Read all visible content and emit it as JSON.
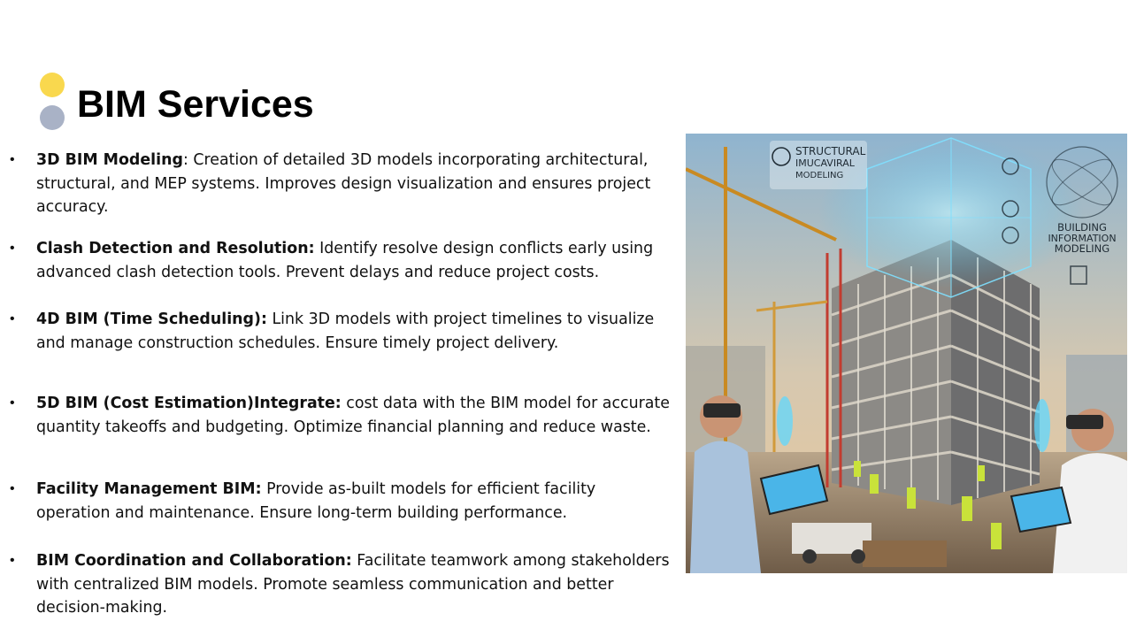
{
  "header": {
    "title": "BIM Services"
  },
  "services": [
    {
      "name": "3D BIM Modeling",
      "separator": ":  ",
      "description": "Creation of detailed 3D models incorporating architectural, structural, and MEP systems. Improves design visualization and ensures project accuracy."
    },
    {
      "name": "Clash Detection and Resolution:",
      "separator": " ",
      "description": "Identify resolve design conflicts early using advanced clash detection tools. Prevent delays and reduce project costs."
    },
    {
      "name": "4D BIM (Time Scheduling):",
      "separator": " ",
      "description": "Link 3D models with project timelines to visualize and manage construction schedules. Ensure timely project delivery."
    },
    {
      "name": "5D BIM (Cost Estimation)Integrate:",
      "separator": " ",
      "description": "cost data with the BIM model for accurate quantity takeoffs and budgeting. Optimize financial planning and reduce waste."
    },
    {
      "name": "Facility Management BIM:",
      "separator": " ",
      "description": "Provide as-built models for efficient facility operation and maintenance. Ensure long-term building performance."
    },
    {
      "name": "BIM Coordination and Collaboration:",
      "separator": " ",
      "description": "Facilitate teamwork among stakeholders with centralized BIM models. Promote seamless communication and better decision-making."
    }
  ],
  "bullet_glyph": "•",
  "image": {
    "overlay_text_left": [
      "STRUCTURAL",
      "IMUCAVIRAL",
      "MODELING"
    ],
    "overlay_text_right": [
      "BUILDING",
      "INFORMATION",
      "MODELING"
    ]
  },
  "colors": {
    "dot_yellow": "#f9d84e",
    "dot_gray": "#a9b2c6",
    "text": "#111111"
  }
}
